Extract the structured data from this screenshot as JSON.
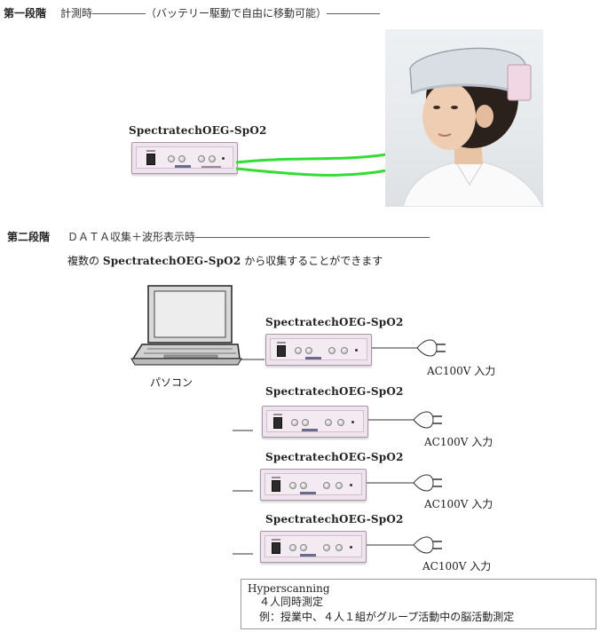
{
  "stage1": {
    "label": "第一段階",
    "text": "計測時―――――（バッテリー駆動で自由に移動可能）―――――"
  },
  "stage1_device_label": "SpectratechOEG-SpO2",
  "stage2": {
    "label": "第二段階",
    "text": "ＤＡＴＡ収集＋波形表示時――――――――――――――――――――――",
    "subtitle_prefix": "複数の ",
    "subtitle_bold": "SpectratechOEG-SpO2",
    "subtitle_suffix": " から収集することができます"
  },
  "pc_label": "パソコン",
  "units": [
    {
      "name": "SpectratechOEG-SpO2",
      "power": "AC100V 入力"
    },
    {
      "name": "SpectratechOEG-SpO2",
      "power": "AC100V 入力"
    },
    {
      "name": "SpectratechOEG-SpO2",
      "power": "AC100V 入力"
    },
    {
      "name": "SpectratechOEG-SpO2",
      "power": "AC100V 入力"
    }
  ],
  "info": {
    "title": "Hyperscanning",
    "line1": "４人同時測定",
    "line2": "例：授業中、４人１組がグループ活動中の脳活動測定"
  },
  "colors": {
    "device_body": "#efe4ee",
    "cable_green": "#33dd33",
    "line": "#333333"
  }
}
